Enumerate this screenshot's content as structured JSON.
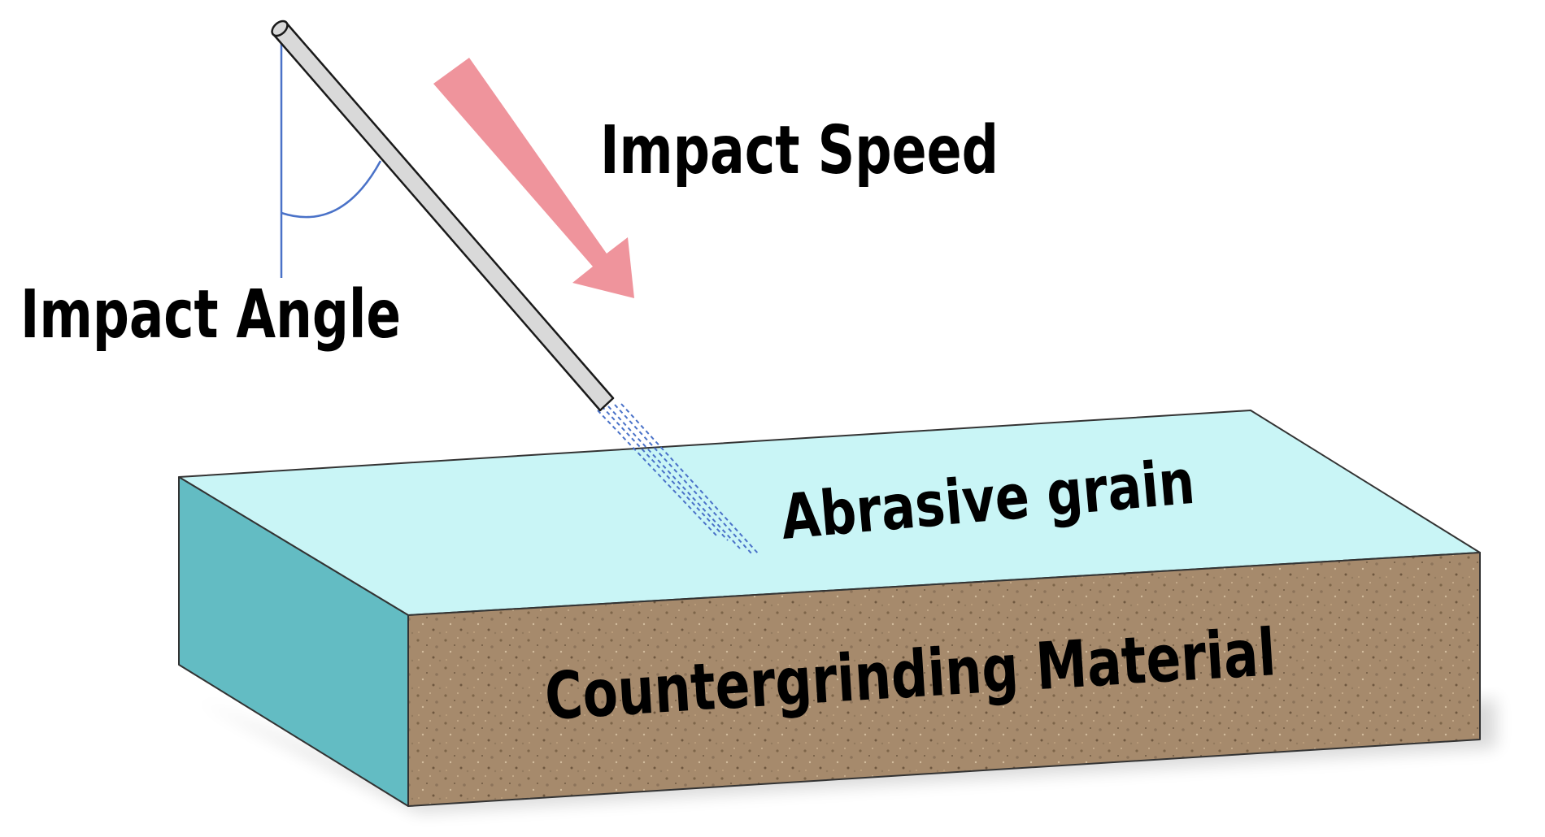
{
  "labels": {
    "impact_speed": "Impact Speed",
    "impact_angle": "Impact Angle",
    "abrasive_grain": "Abrasive grain",
    "countergrinding_material": "Countergrinding Material"
  },
  "colors": {
    "background": "#ffffff",
    "arrow": "#ef949c",
    "angle_line": "#4a72c8",
    "rod_fill": "#d9d9d9",
    "rod_stroke": "#1a1a1a",
    "spray": "#4a72c8",
    "top_face": "#c9f5f6",
    "front_left_face": "#63bcc3",
    "front_face": "#a68a6c",
    "text": "#000000"
  },
  "icons": {
    "rod": "abrasive-nozzle-rod",
    "arrow": "impact-direction-arrow"
  }
}
